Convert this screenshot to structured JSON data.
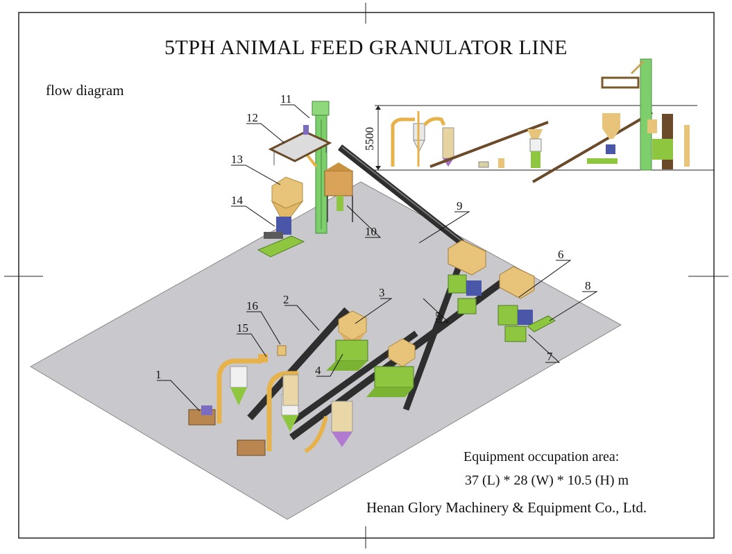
{
  "title": "5TPH ANIMAL FEED GRANULATOR LINE",
  "subtitle": "flow diagram",
  "height_dimension": "5500",
  "callouts": [
    "1",
    "2",
    "3",
    "4",
    "5",
    "6",
    "7",
    "8",
    "9",
    "10",
    "11",
    "12",
    "13",
    "14",
    "15",
    "16"
  ],
  "area_label": "Equipment occupation area:",
  "area_value": "37 (L) * 28 (W) * 10.5 (H) m",
  "company": "Henan Glory Machinery & Equipment Co., Ltd.",
  "colors": {
    "floor": "#c8c8cc",
    "conveyor": "#3a3a3a",
    "mill_green": "#8ec63f",
    "hopper_tan": "#e8c47a",
    "pipe_orange": "#e8a94a",
    "elevator_green": "#7ccf6a",
    "motor_blue": "#4a56a8"
  }
}
